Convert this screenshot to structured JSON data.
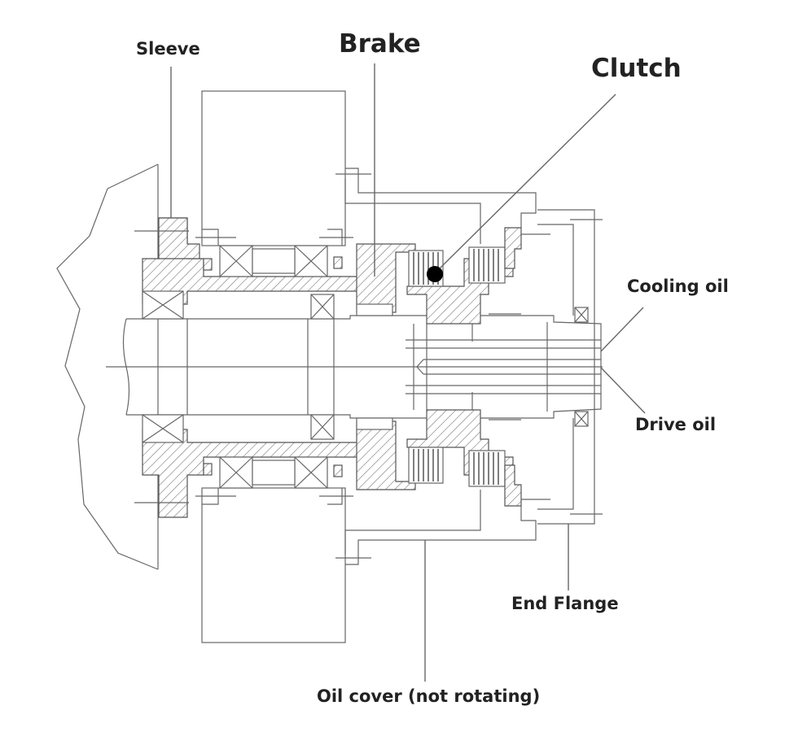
{
  "labels": {
    "sleeve": "Sleeve",
    "brake": "Brake",
    "clutch": "Clutch",
    "cooling_oil": "Cooling oil",
    "drive_oil": "Drive oil",
    "end_flange": "End Flange",
    "oil_cover": "Oil cover (not rotating)"
  },
  "colors": {
    "line": "#666666",
    "hatch": "#777777",
    "text": "#222222",
    "marker": "#000000"
  }
}
